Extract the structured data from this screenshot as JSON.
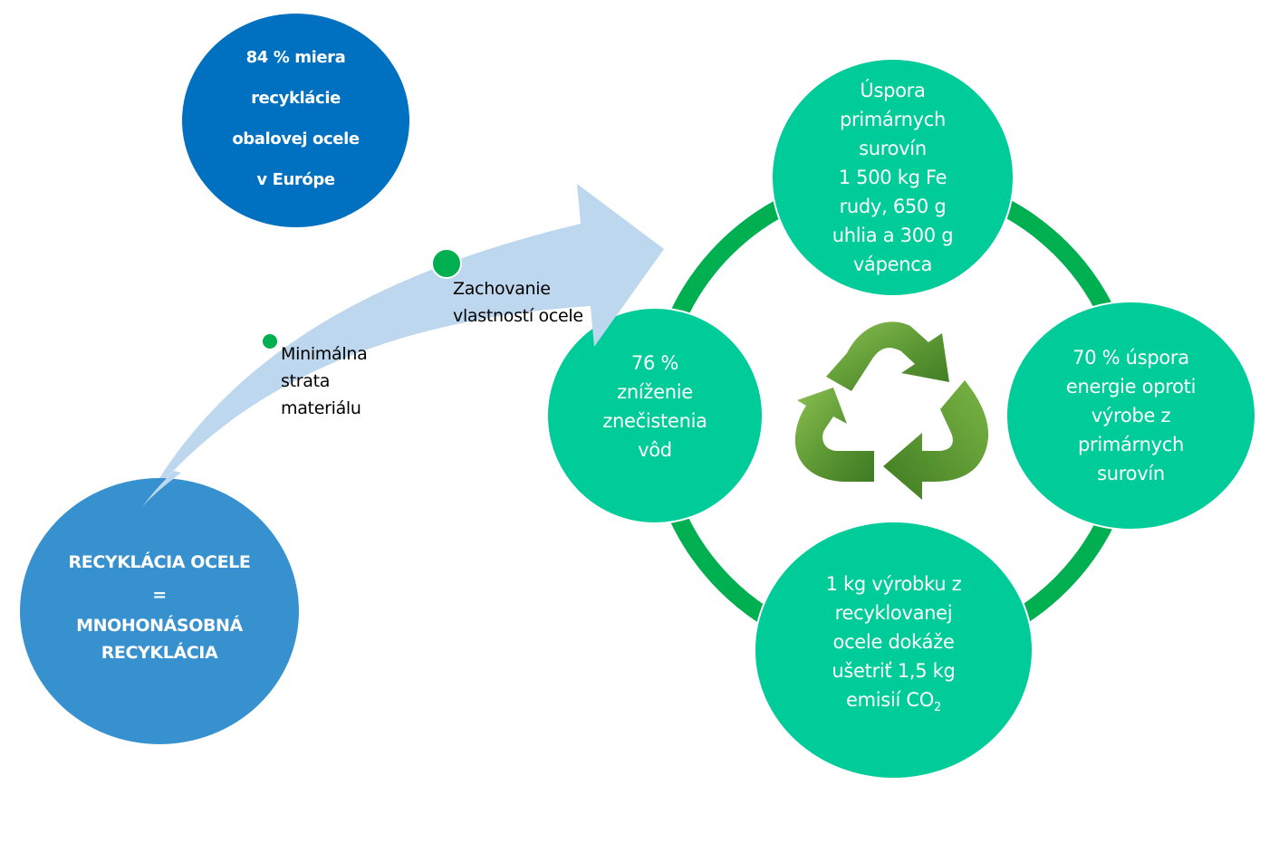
{
  "colors": {
    "ring": "#00b050",
    "green_bubble": "#00cc99",
    "blue_dark": "#0070c0",
    "blue_mid": "#3891cf",
    "arrow": "#bdd7ee",
    "dot": "#00b050"
  },
  "stat_bubble": {
    "lines": [
      "84 % miera",
      "recyklácie",
      "obalovej ocele",
      "v Európe"
    ]
  },
  "main_bubble": {
    "line1": "RECYKLÁCIA OCELE",
    "equals": "=",
    "line2": "MNOHONÁSOBNÁ",
    "line3": "RECYKLÁCIA"
  },
  "arrow_steps": [
    {
      "lines": [
        "Minimálna",
        "strata",
        "materiálu"
      ]
    },
    {
      "lines": [
        "Zachovanie",
        "vlastností ocele"
      ]
    }
  ],
  "cycle": {
    "center_icon": "recycle-icon",
    "benefits": {
      "top": {
        "lines": [
          "Úspora",
          "primárnych",
          "surovín",
          "1 500 kg Fe",
          "rudy, 650 g",
          "uhlia a 300 g",
          "vápenca"
        ]
      },
      "right": {
        "lines": [
          "70 % úspora",
          "energie oproti",
          "výrobe z",
          "primárnych",
          "surovín"
        ]
      },
      "bottom": {
        "lines": [
          "1 kg výrobku z",
          "recyklovanej",
          "ocele dokáže",
          "ušetriť 1,5 kg"
        ],
        "last_prefix": "emisií CO",
        "last_sub": "2"
      },
      "left": {
        "lines": [
          "76 %",
          "zníženie",
          "znečistenia",
          "vôd"
        ]
      }
    }
  }
}
